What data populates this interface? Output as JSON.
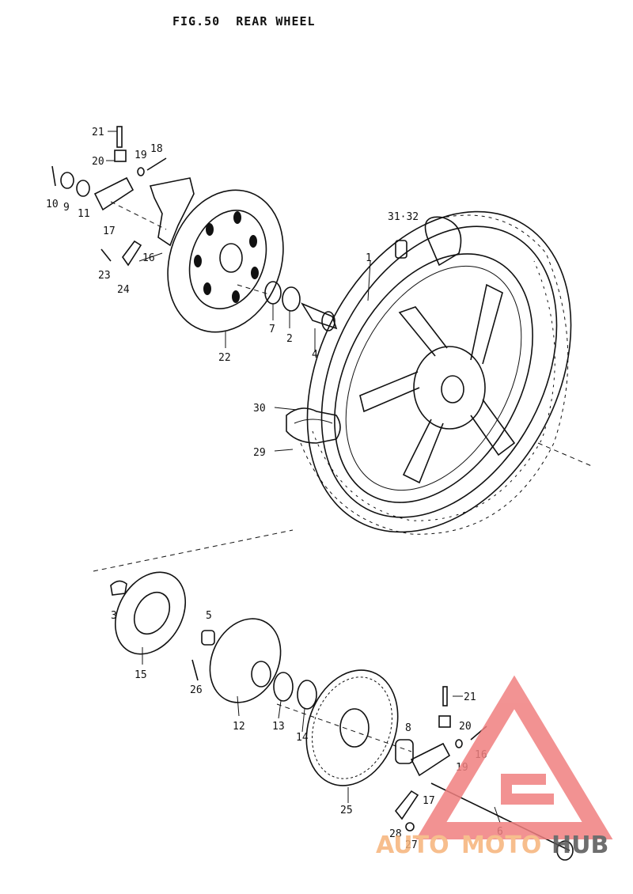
{
  "figure": {
    "title": "FIG.50  REAR WHEEL"
  },
  "callouts": [
    {
      "id": "c21a",
      "label": "21"
    },
    {
      "id": "c20a",
      "label": "20"
    },
    {
      "id": "c19a",
      "label": "19"
    },
    {
      "id": "c18a",
      "label": "18"
    },
    {
      "id": "c10",
      "label": "10"
    },
    {
      "id": "c9",
      "label": "9"
    },
    {
      "id": "c11",
      "label": "11"
    },
    {
      "id": "c17a",
      "label": "17"
    },
    {
      "id": "c16a",
      "label": "16"
    },
    {
      "id": "c23",
      "label": "23"
    },
    {
      "id": "c24",
      "label": "24"
    },
    {
      "id": "c22",
      "label": "22"
    },
    {
      "id": "c7",
      "label": "7"
    },
    {
      "id": "c2",
      "label": "2"
    },
    {
      "id": "c4",
      "label": "4"
    },
    {
      "id": "c1",
      "label": "1"
    },
    {
      "id": "c3132",
      "label": "31·32"
    },
    {
      "id": "c30",
      "label": "30"
    },
    {
      "id": "c29",
      "label": "29"
    },
    {
      "id": "c3",
      "label": "3"
    },
    {
      "id": "c15",
      "label": "15"
    },
    {
      "id": "c5",
      "label": "5"
    },
    {
      "id": "c26",
      "label": "26"
    },
    {
      "id": "c12",
      "label": "12"
    },
    {
      "id": "c13",
      "label": "13"
    },
    {
      "id": "c14",
      "label": "14"
    },
    {
      "id": "c25",
      "label": "25"
    },
    {
      "id": "c8",
      "label": "8"
    },
    {
      "id": "c21b",
      "label": "21"
    },
    {
      "id": "c20b",
      "label": "20"
    },
    {
      "id": "c19b",
      "label": "19"
    },
    {
      "id": "c16b",
      "label": "16"
    },
    {
      "id": "c17b",
      "label": "17"
    },
    {
      "id": "c28",
      "label": "28"
    },
    {
      "id": "c27",
      "label": "27"
    },
    {
      "id": "c6",
      "label": "6"
    }
  ],
  "watermark": {
    "part1": "AUTO",
    "part2": "MOTO",
    "part3": "HUB",
    "color_primary": "#f08080",
    "color_secondary": "#f6b37a",
    "color_dark": "#555555"
  }
}
